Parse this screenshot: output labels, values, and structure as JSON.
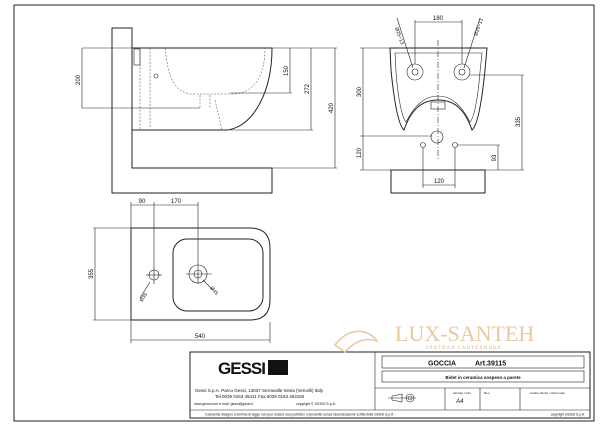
{
  "side_view": {
    "dims": {
      "d200": "200",
      "d150": "150",
      "d272": "272",
      "d420": "420"
    }
  },
  "front_view": {
    "dims": {
      "d180": "180",
      "d300": "300",
      "d120v": "120",
      "d335": "335",
      "d93": "93",
      "d120h": "120",
      "hole_left": "Ø25÷13",
      "hole_right": "Ø25÷13"
    }
  },
  "plan_view": {
    "dims": {
      "d90": "90",
      "d170": "170",
      "d355": "355",
      "d540": "540",
      "hole_small": "Ø35",
      "hole_big": "Ø45"
    }
  },
  "title_block": {
    "logo": "GESSI",
    "company": "Gessi S.p.A. Parco Gessi, 13037 Serravalle Sesia (Vercelli) Italy",
    "contacts": "Tel.0039 0163 45411  Fax.0039 0163 453150",
    "web": "www.gessi.com  e-mail: gessi@gessi.it",
    "copyright": "copyright © GESSI S.p.A.",
    "product": "GOCCIA",
    "article": "Art.39115",
    "description": "Bidet in ceramica sospeso a parete",
    "format_label": "formato / size",
    "format_value": "A4",
    "rev_label": "Rev.",
    "code_label": "codice cliente / client code",
    "disclaimer": "Il presente disegno a termine di legge non puo' essere reso pubblico o riprodotto senza l'autorizzazione scritta della GESSI S.p.A. -",
    "disclaimer_right": "copyright GESSI S.p.A."
  },
  "watermark": {
    "brand": "LUX-SANTEH",
    "tagline": "ЭЛИТНАЯ САНТЕХНИКА",
    "color": "#e8c9a0"
  }
}
